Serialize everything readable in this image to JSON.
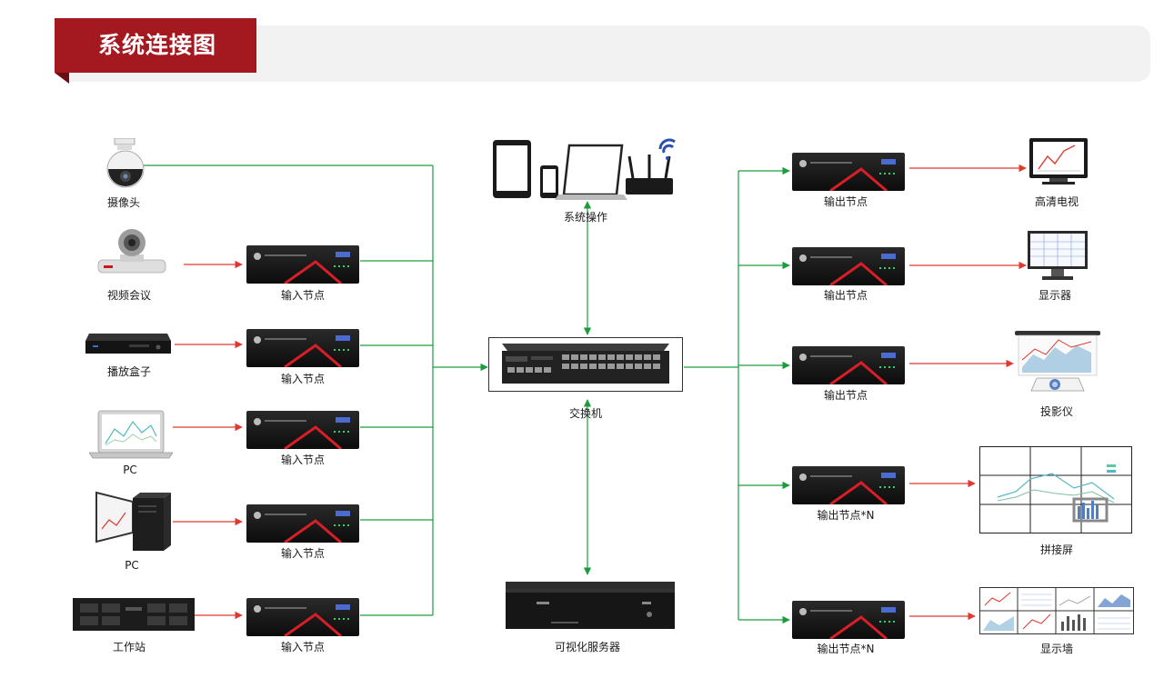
{
  "header": {
    "title": "系统连接图"
  },
  "colors": {
    "accent": "#a3191f",
    "green_link": "#1a9d3c",
    "red_link": "#e0392f"
  },
  "sources": [
    {
      "label": "摄像头",
      "icon": "ptz-camera-icon"
    },
    {
      "label": "视频会议",
      "icon": "conference-camera-icon"
    },
    {
      "label": "播放盒子",
      "icon": "set-top-box-icon"
    },
    {
      "label": "PC",
      "icon": "laptop-icon"
    },
    {
      "label": "PC",
      "icon": "desktop-pc-icon"
    },
    {
      "label": "工作站",
      "icon": "rack-workstation-icon"
    }
  ],
  "input_nodes": [
    "输入节点",
    "输入节点",
    "输入节点",
    "输入节点",
    "输入节点"
  ],
  "center": {
    "operation": "系统操作",
    "switch": "交换机",
    "server": "可视化服务器"
  },
  "output_nodes": [
    "输出节点",
    "输出节点",
    "输出节点",
    "输出节点*N",
    "输出节点*N"
  ],
  "displays": [
    {
      "label": "高清电视",
      "icon": "hd-tv-icon"
    },
    {
      "label": "显示器",
      "icon": "monitor-icon"
    },
    {
      "label": "投影仪",
      "icon": "projector-icon"
    },
    {
      "label": "拼接屏",
      "icon": "splicing-screen-icon"
    },
    {
      "label": "显示墙",
      "icon": "display-wall-icon"
    }
  ]
}
